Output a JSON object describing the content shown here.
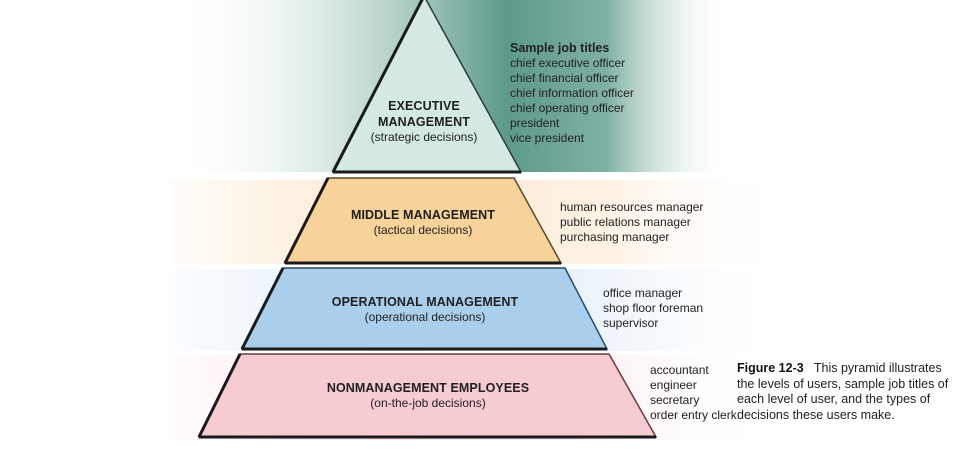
{
  "colors": {
    "executive_fill": "#cfe6e0",
    "executive_band": "#4f8f80",
    "middle_fill": "#f7d29b",
    "middle_band": "#fbe8cf",
    "operational_fill": "#a9cdeb",
    "operational_band": "#deecf7",
    "nonmanagement_fill": "#f6c9cf",
    "nonmanagement_band": "#fbe3e6",
    "outline": "#1f1f1f"
  },
  "levels": [
    {
      "title_lines": [
        "EXECUTIVE",
        "MANAGEMENT"
      ],
      "decisions": "(strategic decisions)",
      "job_titles_header": "Sample job titles",
      "job_titles": [
        "chief executive officer",
        "chief financial officer",
        "chief information officer",
        "chief operating officer",
        "president",
        "vice president"
      ]
    },
    {
      "title_lines": [
        "MIDDLE MANAGEMENT"
      ],
      "decisions": "(tactical decisions)",
      "job_titles": [
        "human resources manager",
        "public relations manager",
        "purchasing manager"
      ]
    },
    {
      "title_lines": [
        "OPERATIONAL MANAGEMENT"
      ],
      "decisions": "(operational decisions)",
      "job_titles": [
        "office manager",
        "shop floor foreman",
        "supervisor"
      ]
    },
    {
      "title_lines": [
        "NONMANAGEMENT EMPLOYEES"
      ],
      "decisions": "(on-the-job decisions)",
      "job_titles": [
        "accountant",
        "engineer",
        "secretary",
        "order entry clerk"
      ]
    }
  ],
  "caption": {
    "figure_label": "Figure 12-3",
    "text": "This pyramid illustrates the levels of users, sample job titles of each level of user, and the types of decisions these users make."
  }
}
